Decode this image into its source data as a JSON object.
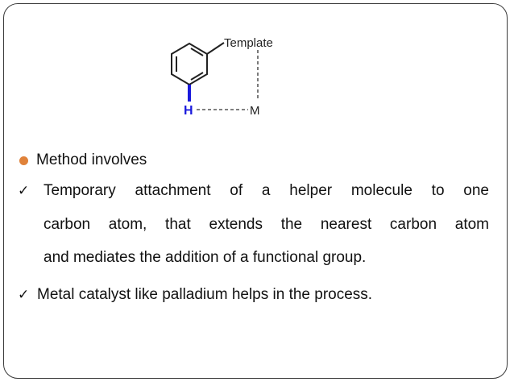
{
  "diagram": {
    "template_label": "Template",
    "h_label": "H",
    "m_label": "M",
    "h_color": "#1a1adc",
    "bond_color": "#222222"
  },
  "bullets": {
    "method": "Method involves",
    "temporary_line1": "Temporary attachment of a helper molecule to one",
    "temporary_line2": "carbon atom, that extends the nearest carbon atom",
    "temporary_line3": "and mediates the addition of a functional group.",
    "metal": "Metal catalyst like palladium helps in the process."
  },
  "icons": {
    "bullet": "orange-dot",
    "check": "check-icon"
  },
  "colors": {
    "bullet_dot": "#e0823a",
    "frame_border": "#3a3a3a"
  }
}
